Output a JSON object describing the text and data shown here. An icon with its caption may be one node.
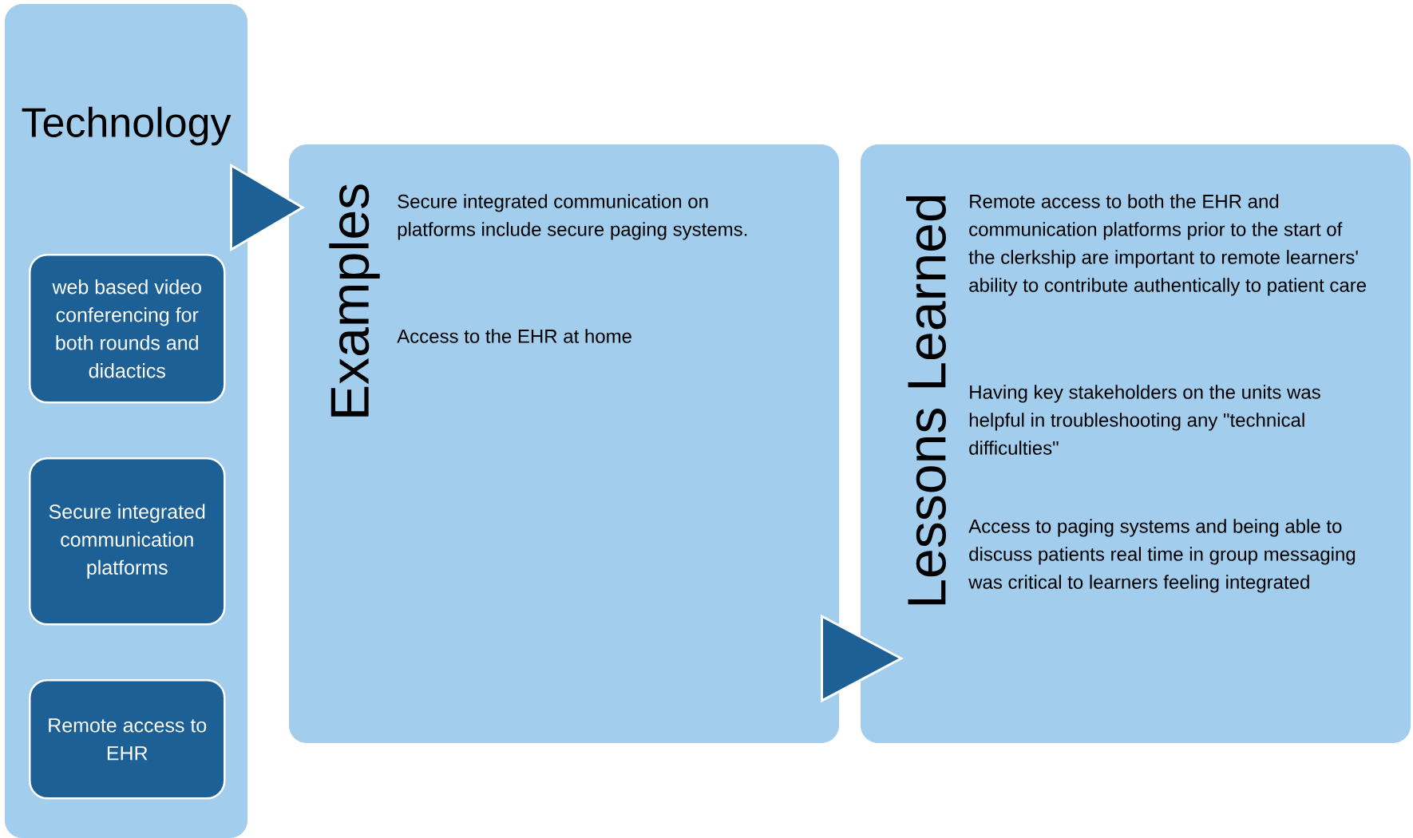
{
  "diagram": {
    "nodes": [
      {
        "text": [
          "Technology"
        ]
      },
      {
        "text": [
          "web based video conferencing for both rounds and didactics"
        ],
        "in": 0
      },
      {
        "text": [
          "Secure integrated communication platforms"
        ],
        "in": 0
      },
      {
        "text": [
          "Remote access to EHR"
        ],
        "in": 0
      },
      {
        "text": [
          "Examples",
          "Secure integrated communication on platforms include secure paging systems.",
          "Access to the EHR at home"
        ]
      },
      {
        "text": [
          "Lessons Learned",
          "Remote access to both the EHR and communication platforms prior to the start of the clerkship are important to remote learners' ability to contribute authentically to patient care",
          "Having key stakeholders on the units was helpful in troubleshooting any \"technical difficulties\"",
          "Access to paging systems and being able to discuss patients real time in group messaging was critical to learners feeling integrated"
        ]
      }
    ],
    "edges": [
      {
        "from": 0,
        "to": 4,
        "arrow": "to"
      },
      {
        "from": 4,
        "to": 5,
        "arrow": "to"
      }
    ]
  }
}
